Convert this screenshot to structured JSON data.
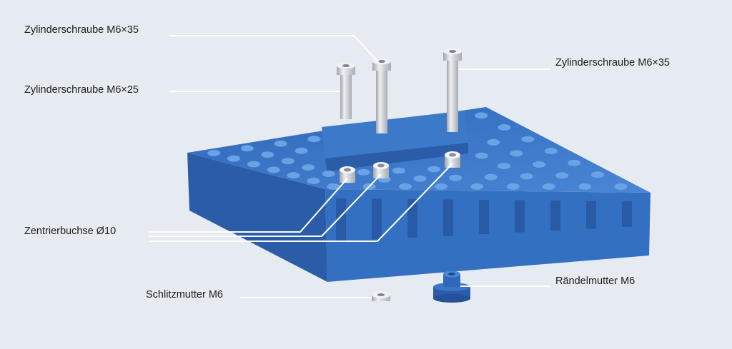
{
  "labels": {
    "screw_35_top": "Zylinderschraube M6×35",
    "screw_25": "Zylinderschraube M6×25",
    "screw_35_right": "Zylinderschraube M6×35",
    "bushing": "Zentrierbuchse Ø10",
    "slot_nut": "Schlitzmutter M6",
    "knurled_nut": "Rändelmutter M6"
  },
  "colors": {
    "background": "#e6ebf1",
    "plate_top": "#3a74c4",
    "plate_side": "#2c5fae",
    "hole": "#6aa2e6",
    "steel": "#c8ccd1",
    "leader_line": "#ffffff"
  }
}
